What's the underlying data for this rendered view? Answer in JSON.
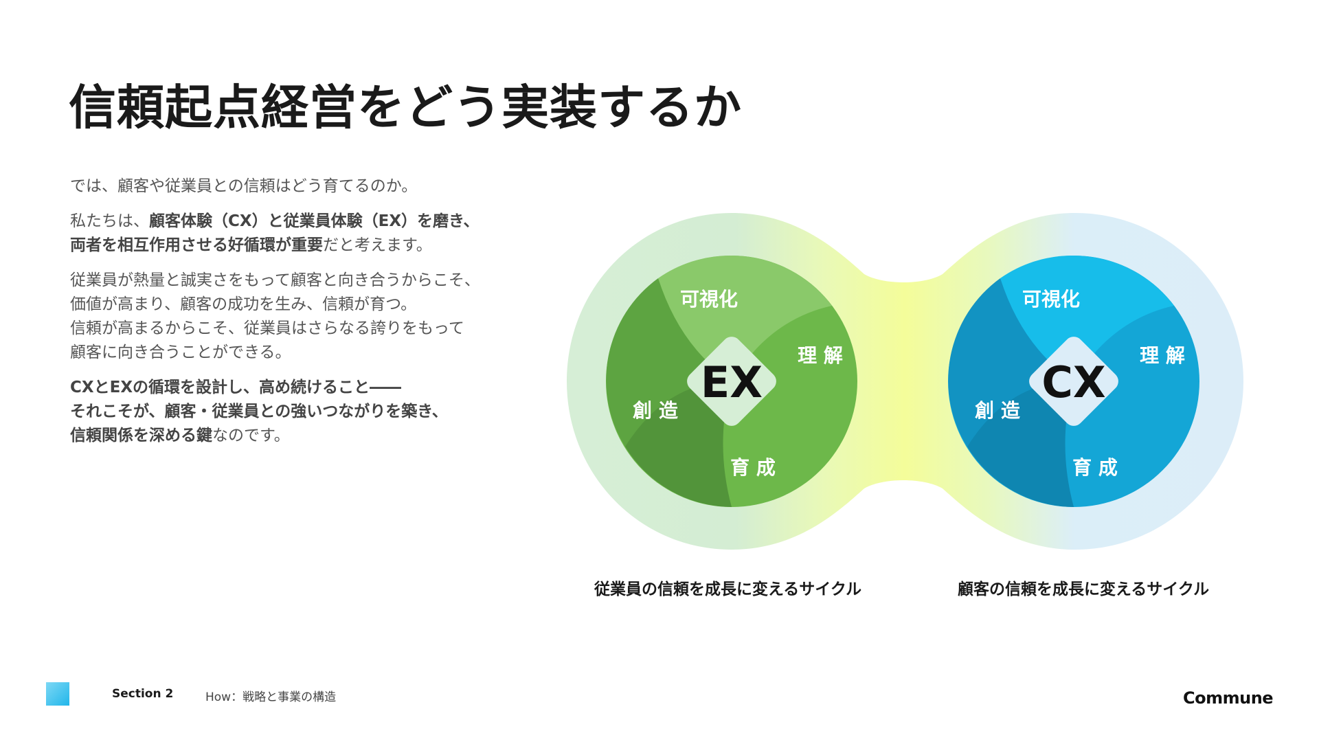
{
  "title": "信頼起点経営をどう実装するか",
  "body": {
    "p1": "では、顧客や従業員との信頼はどう育てるのか。",
    "p2": {
      "t1": "私たちは、",
      "b1": "顧客体験（CX）と従業員体験（EX）を磨き、",
      "b2": "両者を相互作用させる好循環が重要",
      "t2": "だと考えます。"
    },
    "p3": {
      "l1": "従業員が熱量と誠実さをもって顧客と向き合うからこそ、",
      "l2": "価値が高まり、顧客の成功を生み、信頼が育つ。",
      "l3": "信頼が高まるからこそ、従業員はさらなる誇りをもって",
      "l4": "顧客に向き合うことができる。"
    },
    "p4": {
      "b1": "CXとEXの循環を設計し、高め続けること――",
      "b2": "それこそが、顧客・従業員との強いつながりを築き、",
      "b3": "信頼関係を深める鍵",
      "t1": "なのです。"
    }
  },
  "diagram": {
    "ex": {
      "center": "EX",
      "labels": {
        "top": "可視化",
        "right": "理 解",
        "bottom": "育 成",
        "left": "創 造"
      },
      "caption": "従業員の信頼を成長に変えるサイクル"
    },
    "cx": {
      "center": "CX",
      "labels": {
        "top": "可視化",
        "right": "理 解",
        "bottom": "育 成",
        "left": "創 造"
      },
      "caption": "顧客の信頼を成長に変えるサイクル"
    }
  },
  "footer": {
    "section": "Section 2",
    "subtitle": "How：戦略と事業の構造",
    "logo": "Commune"
  },
  "colors": {
    "green_light": "#8ac96a",
    "green_mid": "#6db84a",
    "green_dark": "#52943a",
    "blue_light": "#17bdea",
    "blue_mid": "#14a6d6",
    "blue_dark": "#0f86b1",
    "yellow": "#f4fd9a"
  }
}
